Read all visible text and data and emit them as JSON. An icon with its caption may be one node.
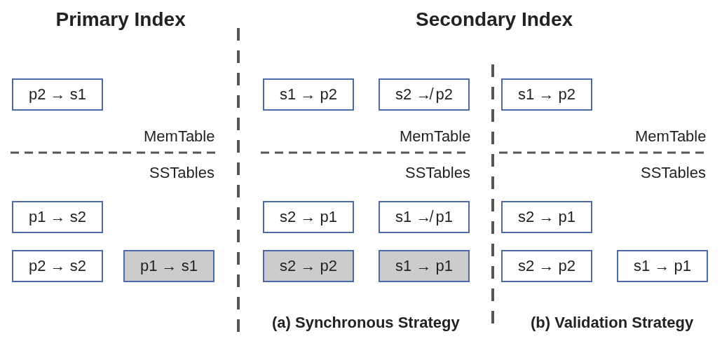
{
  "diagram": {
    "nodes": [
      {
        "text": [
          "p2 → s1"
        ]
      },
      {
        "text": [
          "s1 → p2"
        ]
      },
      {
        "text": [
          "s2 ↛ p2"
        ]
      },
      {
        "text": [
          "s1 → p2"
        ]
      },
      {
        "text": [
          "p1 → s2"
        ]
      },
      {
        "text": [
          "s2 → p1"
        ]
      },
      {
        "text": [
          "s1 ↛ p1"
        ]
      },
      {
        "text": [
          "s2 → p1"
        ]
      },
      {
        "text": [
          "p2 → s2"
        ]
      },
      {
        "text": [
          "p1 → s1"
        ]
      },
      {
        "text": [
          "s2 → p2"
        ]
      },
      {
        "text": [
          "s1 → p1"
        ]
      },
      {
        "text": [
          "s2 → p2"
        ]
      },
      {
        "text": [
          "s1 → p1"
        ]
      }
    ],
    "labels": [
      "Primary Index",
      "Secondary Index",
      "MemTable",
      "MemTable",
      "MemTable",
      "SSTables",
      "SSTables",
      "SSTables",
      "(a) Synchronous Strategy",
      "(b) Validation Strategy"
    ]
  }
}
